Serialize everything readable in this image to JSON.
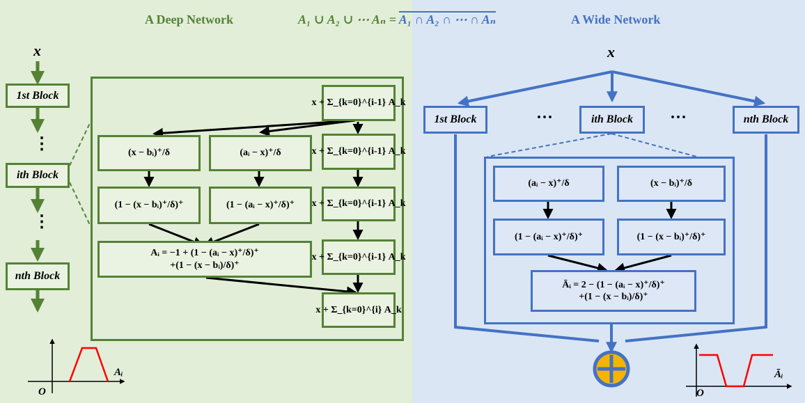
{
  "left": {
    "title": "A Deep Network",
    "input": "x",
    "blocks": [
      "1st Block",
      "⋮",
      "ith Block",
      "⋮",
      "nth Block"
    ],
    "stack": [
      "x + Σ_{k=0}^{i-1} A_k",
      "x + Σ_{k=0}^{i-1} A_k",
      "x + Σ_{k=0}^{i-1} A_k",
      "x + Σ_{k=0}^{i-1} A_k",
      "x + Σ_{k=0}^{i} A_k"
    ],
    "relu1": "(x − bᵢ)⁺/δ",
    "relu2": "(aᵢ − x)⁺/δ",
    "clip1": "(1 − (x − bᵢ)⁺/δ)⁺",
    "clip2": "(1 − (aᵢ − x)⁺/δ)⁺",
    "sum": "Aᵢ = −1 + (1 − (aᵢ − x)⁺/δ)⁺\n+(1 − (x − bᵢ)/δ)⁺",
    "plot_label": "Aᵢ",
    "origin": "O"
  },
  "formula_top": "A₁ ∪ A₂ ∪ ⋯ Aₙ = ",
  "formula_top_over": "A₁ ∩ A₂ ∩ ⋯ ∩ Aₙ",
  "right": {
    "title": "A Wide Network",
    "input": "x",
    "blocks": [
      "1st Block",
      "···",
      "ith Block",
      "···",
      "nth Block"
    ],
    "relu1": "(aᵢ − x)⁺/δ",
    "relu2": "(x − bᵢ)⁺/δ",
    "clip1": "(1 − (aᵢ − x)⁺/δ)⁺",
    "clip2": "(1 − (x − bᵢ)⁺/δ)⁺",
    "sum": "Āᵢ = 2 − (1 − (aᵢ − x)⁺/δ)⁺\n+(1 − (x − bᵢ)/δ)⁺",
    "plot_label": "Āᵢ",
    "origin": "O"
  },
  "colors": {
    "green": "#548235",
    "blue": "#4472c4",
    "green_bg": "#e2eed8",
    "blue_bg": "#dae6f4",
    "adder": "#f5b400",
    "plot": "#ff0000"
  }
}
